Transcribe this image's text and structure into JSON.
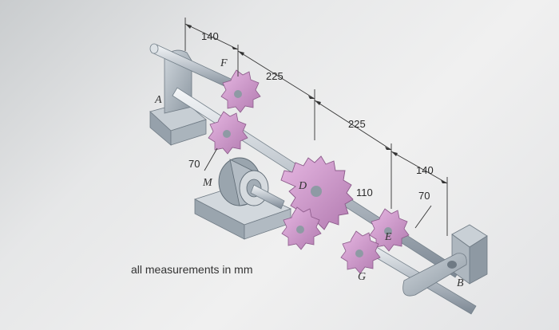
{
  "dimensions": {
    "a_f": "140",
    "f_d": "225",
    "d_e": "225",
    "e_b": "140",
    "gear_d_radius": "110",
    "gear_e_radius": "70",
    "motor_radius": "70"
  },
  "points": {
    "a": "A",
    "f": "F",
    "m": "M",
    "d": "D",
    "e": "E",
    "g": "G",
    "b": "B"
  },
  "note": "all measurements in mm",
  "colors": {
    "gear": "#d49bd0",
    "shaft": "#b8c0c8",
    "background": "#e6e7e8"
  }
}
